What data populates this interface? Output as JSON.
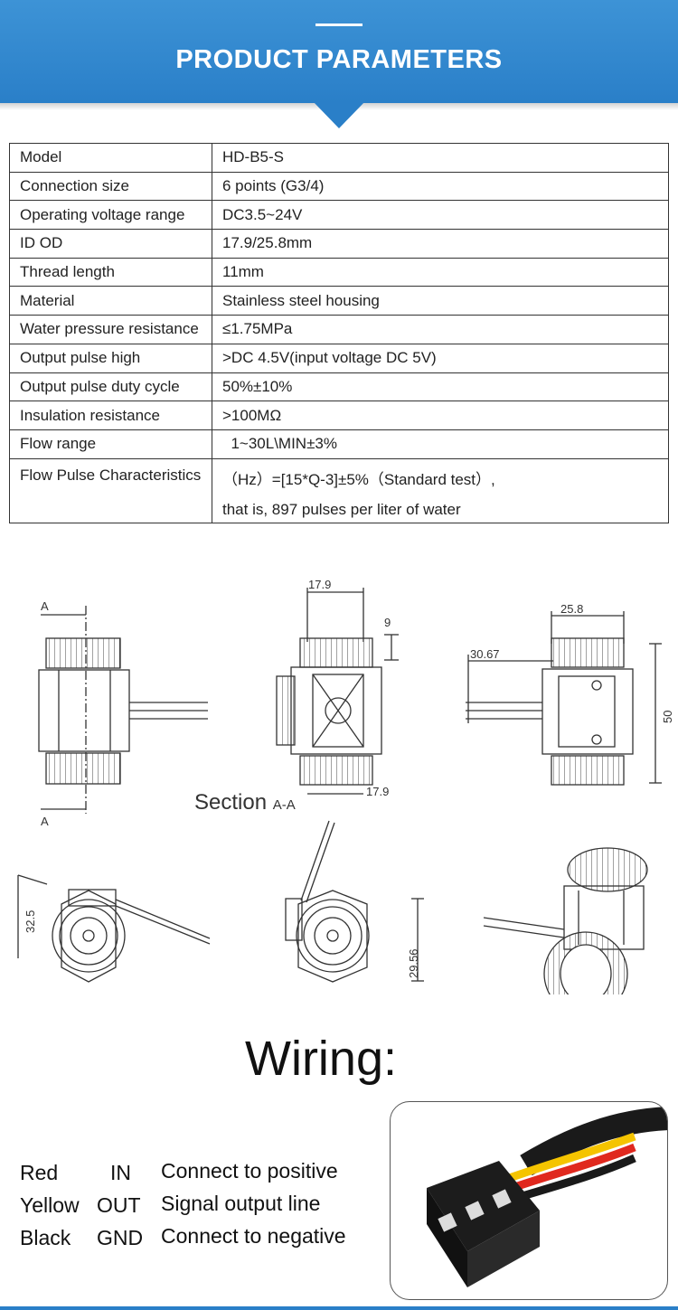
{
  "header": {
    "title": "PRODUCT PARAMETERS",
    "bg_color": "#2a7fc8"
  },
  "params": {
    "rows": [
      {
        "label": "Model",
        "value": "HD-B5-S"
      },
      {
        "label": "Connection size",
        "value": "6 points (G3/4)"
      },
      {
        "label": "Operating voltage range",
        "value": "DC3.5~24V"
      },
      {
        "label": "ID OD",
        "value": "17.9/25.8mm"
      },
      {
        "label": "Thread length",
        "value": "11mm"
      },
      {
        "label": "Material",
        "value": "Stainless steel housing"
      },
      {
        "label": "Water pressure resistance",
        "value": "≤1.75MPa"
      },
      {
        "label": "Output pulse high",
        "value": ">DC 4.5V(input voltage DC 5V)"
      },
      {
        "label": "Output pulse duty cycle",
        "value": "50%±10%"
      },
      {
        "label": "Insulation resistance",
        "value": ">100MΩ"
      },
      {
        "label": "Flow range",
        "value": "  1~30L\\MIN±3%"
      }
    ],
    "last_row": {
      "label": "Flow Pulse Characteristics",
      "line1": "（Hz）=[15*Q-3]±5%（Standard test）,",
      "line2": "that is, 897 pulses per liter of water"
    }
  },
  "drawings": {
    "section_marker": "A",
    "dim_17_9": "17.9",
    "dim_9": "9",
    "dim_25_8": "25.8",
    "dim_30_67": "30.67",
    "dim_50": "50",
    "dim_32_5": "32.5",
    "dim_29_56": "29.56",
    "section_word": "Section",
    "section_aa": "A-A"
  },
  "wiring": {
    "title": "Wiring:",
    "rows": [
      {
        "color": "Red",
        "pin": "IN",
        "desc": "Connect to positive"
      },
      {
        "color": "Yellow",
        "pin": "OUT",
        "desc": "Signal output line"
      },
      {
        "color": "Black",
        "pin": "GND",
        "desc": "Connect to negative"
      }
    ],
    "wire_colors": {
      "red": "#e0281e",
      "yellow": "#f5c400",
      "black": "#1a1a1a"
    }
  }
}
